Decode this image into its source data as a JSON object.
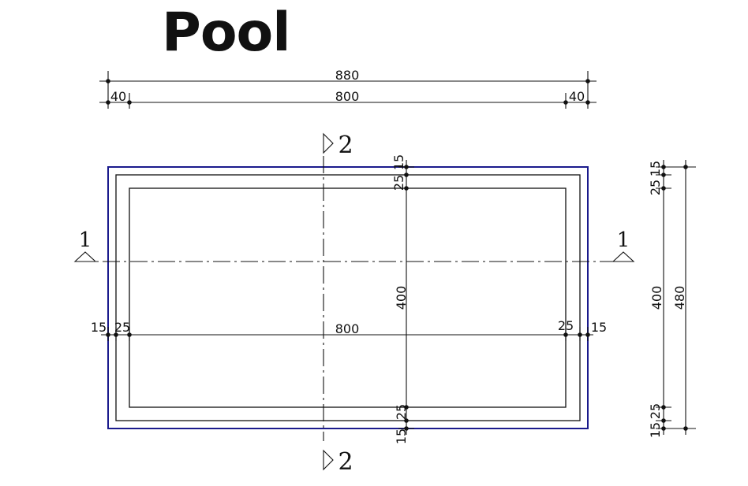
{
  "title": "Pool",
  "colors": {
    "outline": "#1a1a8c",
    "line": "#111111"
  },
  "dimensions": {
    "top_total": "880",
    "top_inner": "800",
    "top_left": "40",
    "top_right": "40",
    "horizontal_inner": "800",
    "horizontal_left_a": "15",
    "horizontal_left_b": "25",
    "horizontal_right_a": "25",
    "horizontal_right_b": "15",
    "center_top_a": "25",
    "center_top_b": "15",
    "center_span": "400",
    "center_bottom_a": "15",
    "center_bottom_b": "25",
    "side_top_a": "25",
    "side_top_b": "15",
    "side_inner": "400",
    "side_total": "480",
    "side_bottom_a": "15",
    "side_bottom_b": "25"
  },
  "sections": {
    "section_1_left": "1",
    "section_1_right": "1",
    "section_2_top": "2",
    "section_2_bottom": "2"
  }
}
